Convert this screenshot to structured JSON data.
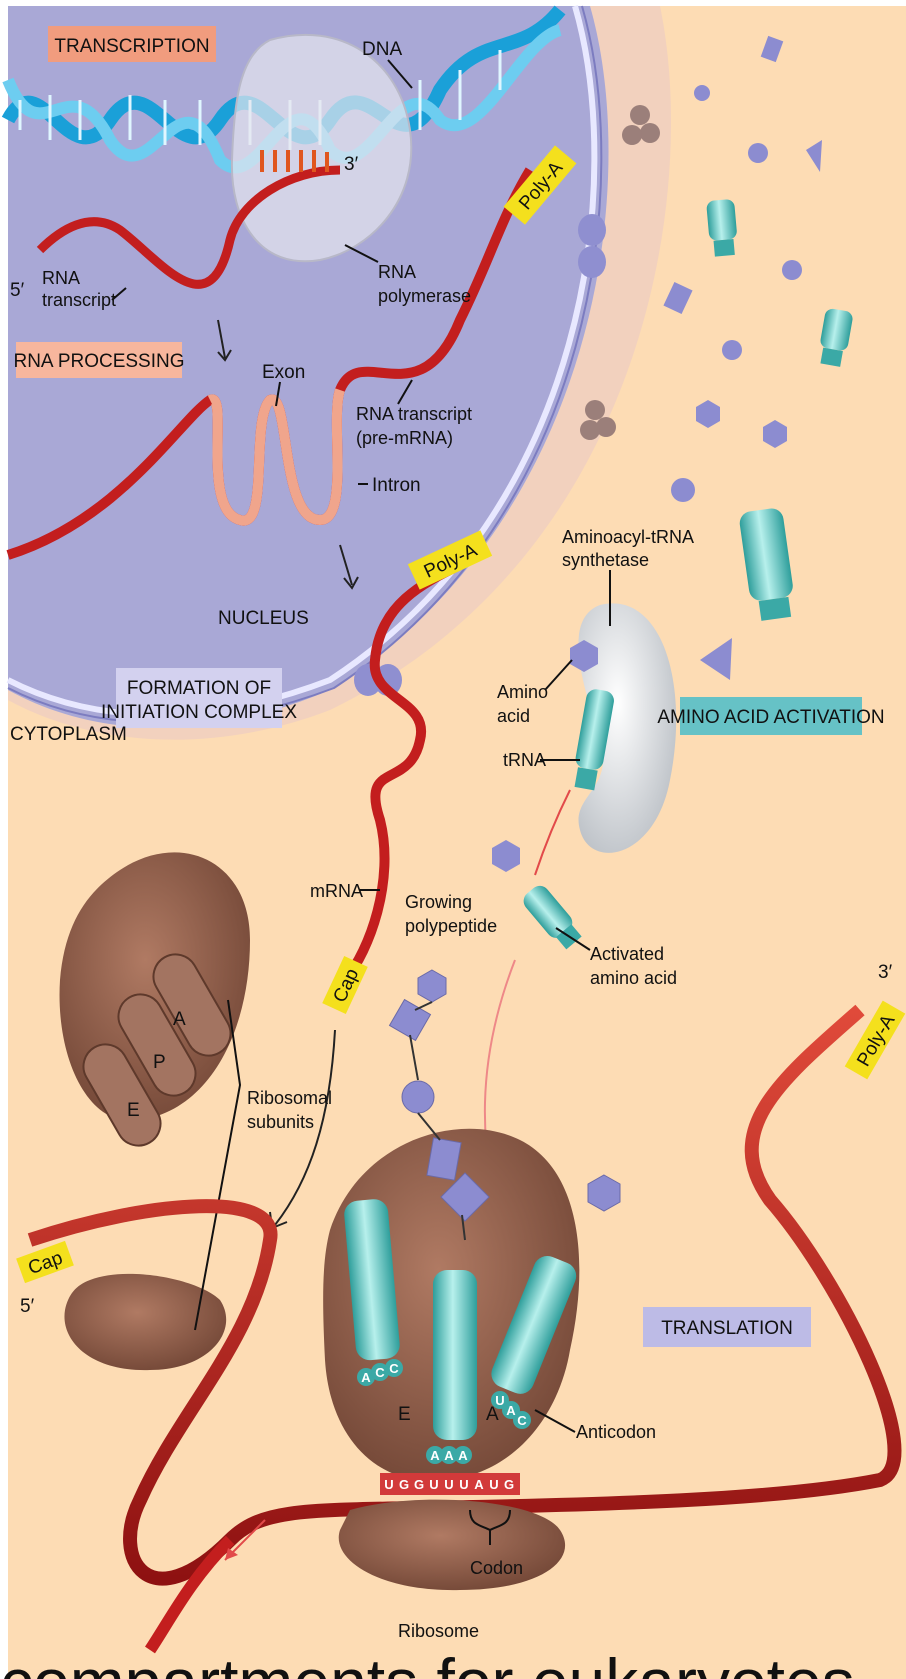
{
  "colors": {
    "cytoplasm": "#fddcb4",
    "nucleus": "#a9a8d6",
    "nucleus_membrane": "#8c8cc7",
    "dna": "#2aa4d9",
    "mrna": "#c31e1e",
    "trna": "#4fc3c0",
    "ribosome": "#8a5a45",
    "amino_acid": "#8c8cd0",
    "polyA": "#f4e01d",
    "tag_transcription": "#f19c7e",
    "tag_processing": "#f7b69d",
    "tag_initiation": "#d3d1ef",
    "tag_activation": "#66c2c6",
    "tag_translation": "#bdbbe6"
  },
  "stage_tags": {
    "transcription": "TRANSCRIPTION",
    "rna_processing": "RNA PROCESSING",
    "formation_line1": "FORMATION OF",
    "formation_line2": "INITIATION COMPLEX",
    "amino_acid_activation": "AMINO ACID ACTIVATION",
    "translation": "TRANSLATION"
  },
  "labels": {
    "dna": "DNA",
    "three_prime_top": "3′",
    "five_prime_top": "5′",
    "rna_transcript_1": "RNA",
    "rna_transcript_2": "transcript",
    "rna_polymerase_1": "RNA",
    "rna_polymerase_2": "polymerase",
    "exon": "Exon",
    "pre_mrna_1": "RNA transcript",
    "pre_mrna_2": "(pre-mRNA)",
    "intron": "Intron",
    "nucleus": "NUCLEUS",
    "cytoplasm": "CYTOPLASM",
    "poly_a": "Poly-A",
    "aminoacyl_1": "Aminoacyl-tRNA",
    "aminoacyl_2": "synthetase",
    "amino_acid_1": "Amino",
    "amino_acid_2": "acid",
    "trna": "tRNA",
    "mrna": "mRNA",
    "growing_1": "Growing",
    "growing_2": "polypeptide",
    "activated_1": "Activated",
    "activated_2": "amino acid",
    "three_prime_right": "3′",
    "cap": "Cap",
    "site_a": "A",
    "site_p": "P",
    "site_e": "E",
    "ribosomal_1": "Ribosomal",
    "ribosomal_2": "subunits",
    "five_prime_bottom": "5′",
    "site_e_bottom": "E",
    "site_a_bottom": "A",
    "anticodon": "Anticodon",
    "codon": "Codon",
    "ribosome": "Ribosome"
  },
  "bases": {
    "acc": [
      "A",
      "C",
      "C"
    ],
    "aaa": [
      "A",
      "A",
      "A"
    ],
    "uac": [
      "U",
      "A",
      "C"
    ],
    "mrna_codons": [
      "U",
      "G",
      "G",
      "U",
      "U",
      "U",
      "A",
      "U",
      "G"
    ]
  },
  "slide_title": "compartments for eukaryotes"
}
